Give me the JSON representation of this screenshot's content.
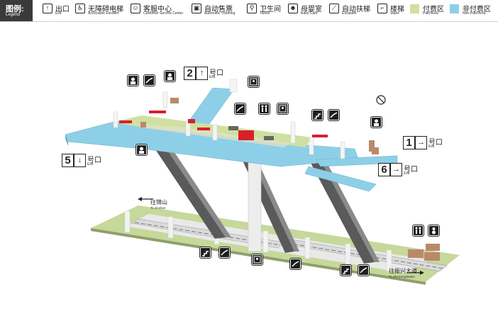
{
  "legend": {
    "title_cn": "图例:",
    "title_en": "Legend",
    "items": [
      {
        "cn": "出口",
        "en": "Exit",
        "icon": "exit-icon"
      },
      {
        "cn": "无障碍电梯",
        "en": "Accessible Elevator",
        "icon": "accessible-elevator-icon"
      },
      {
        "cn": "客服中心",
        "en": "Customer Service Center",
        "icon": "customer-service-icon"
      },
      {
        "cn": "自动售票",
        "en": "Automatic Ticketing",
        "icon": "ticketing-icon"
      },
      {
        "cn": "卫生间",
        "en": "Toilets",
        "icon": "toilet-icon"
      },
      {
        "cn": "母婴室",
        "en": "Baby Care",
        "icon": "baby-care-icon"
      },
      {
        "cn": "自动扶梯",
        "en": "Escalator",
        "icon": "escalator-icon"
      },
      {
        "cn": "楼梯",
        "en": "Stairs",
        "icon": "stairs-icon"
      },
      {
        "cn": "付费区",
        "en": "Paid Area",
        "icon": "paid-area-swatch"
      },
      {
        "cn": "非付费区",
        "en": "Non-Paid Area",
        "icon": "non-paid-area-swatch"
      }
    ]
  },
  "colors": {
    "paid_area": "#cfe0a0",
    "non_paid_area": "#8ecfe8",
    "platform": "#c6d89a",
    "pillar": "#eeeeee",
    "gate": "#d8202a",
    "escalator": "#555555"
  },
  "exits": [
    {
      "number": "2",
      "cn": "号口",
      "en": "Exit"
    },
    {
      "number": "1",
      "cn": "号口",
      "en": "Exit"
    },
    {
      "number": "6",
      "cn": "号口",
      "en": "Exit"
    },
    {
      "number": "5",
      "cn": "号口",
      "en": "Exit"
    }
  ],
  "directions": [
    {
      "cn": "往锦山",
      "en": "To Jinshan"
    },
    {
      "cn": "往振兴大道",
      "en": "To Zhenxingdadao"
    }
  ]
}
